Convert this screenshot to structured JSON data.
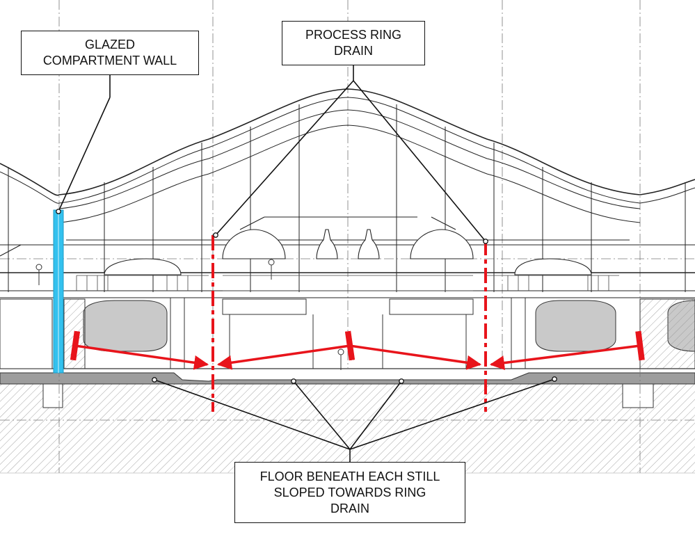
{
  "labels": {
    "glazed_wall": [
      "GLAZED",
      "COMPARTMENT WALL"
    ],
    "ring_drain": [
      "PROCESS RING",
      "DRAIN"
    ],
    "floor_slope": [
      "FLOOR BENEATH EACH STILL",
      "SLOPED TOWARDS RING",
      "DRAIN"
    ]
  },
  "colors": {
    "ring_drain_line": "#e8141b",
    "slope_arrow": "#e8141b",
    "glazed_wall": "#33c1ee",
    "linework": "#222222",
    "ground_hatch": "#9a9a9a",
    "floor_slab": "#9d9d9d",
    "vessel_fill": "#c9c9c9"
  }
}
